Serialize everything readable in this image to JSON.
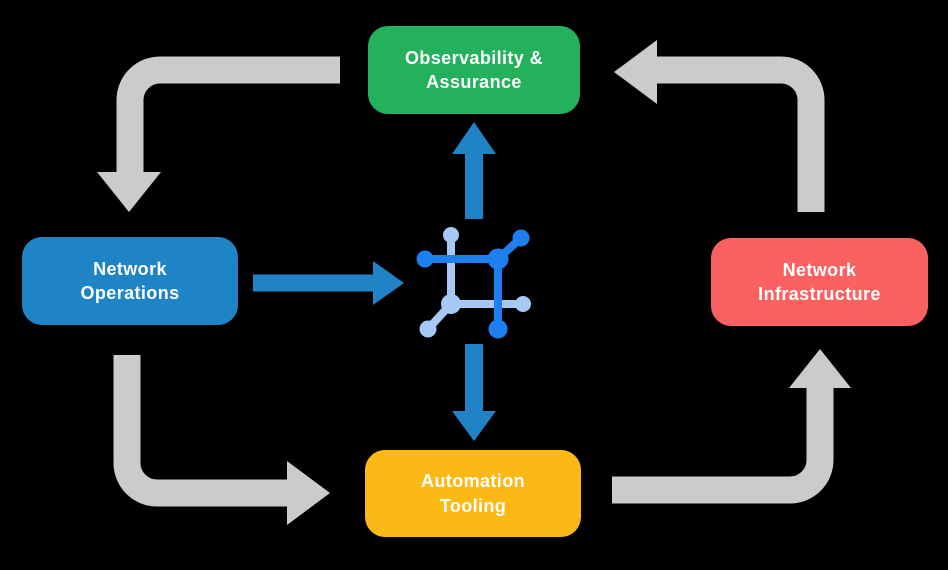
{
  "diagram": {
    "title": "network automation lifecycle diagram",
    "background_color": "#000000",
    "nodes": [
      {
        "id": "observability",
        "label": "Observability &\nAssurance",
        "color": "#23B15B"
      },
      {
        "id": "network-operations",
        "label": "Network\nOperations",
        "color": "#1F84C6"
      },
      {
        "id": "network-infrastructure",
        "label": "Network\nInfrastructure",
        "color": "#FA6161"
      },
      {
        "id": "automation-tooling",
        "label": "Automation\nTooling",
        "color": "#FCB916"
      }
    ],
    "center_icon": {
      "name": "network-automation-icon",
      "dark_color": "#1E80F0",
      "light_color": "#A6C8F5"
    },
    "flows": [
      {
        "from": "observability",
        "to": "network-operations",
        "style": "gray-elbow"
      },
      {
        "from": "network-operations",
        "to": "automation-tooling",
        "style": "gray-elbow"
      },
      {
        "from": "automation-tooling",
        "to": "network-infrastructure",
        "style": "gray-elbow"
      },
      {
        "from": "network-infrastructure",
        "to": "observability",
        "style": "gray-elbow"
      },
      {
        "from": "network-operations",
        "to": "center-icon",
        "style": "blue-straight"
      },
      {
        "from": "center-icon",
        "to": "observability",
        "style": "blue-straight"
      },
      {
        "from": "center-icon",
        "to": "automation-tooling",
        "style": "blue-straight"
      }
    ],
    "colors": {
      "gray_arrow": "#CBCBCB",
      "blue_arrow": "#1F83C5"
    }
  }
}
